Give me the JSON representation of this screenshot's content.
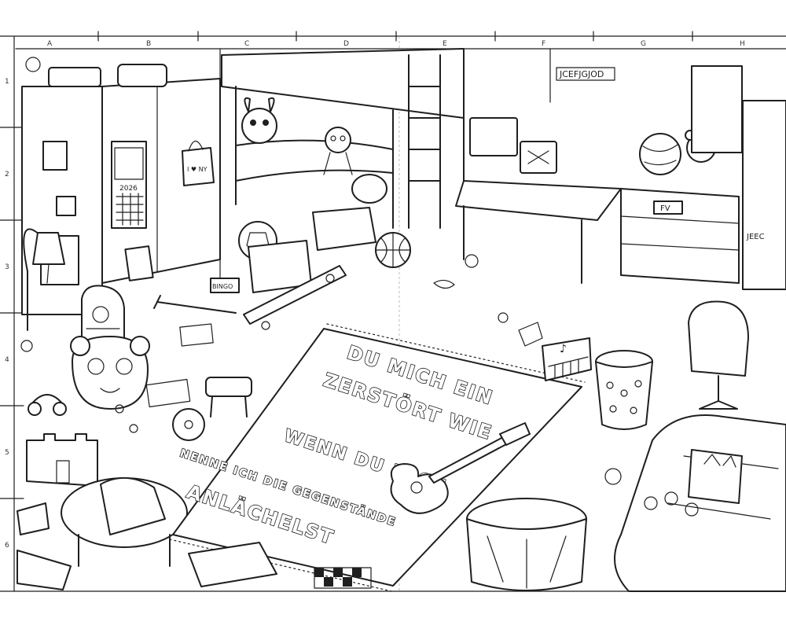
{
  "grid": {
    "columns": [
      "A",
      "B",
      "C",
      "D",
      "E",
      "F",
      "G",
      "H"
    ],
    "rows": [
      "1",
      "2",
      "3",
      "4",
      "5",
      "6"
    ]
  },
  "labels": {
    "calendar_year": "2026",
    "bag_text": "I ♥ NY",
    "box_label": "BINGO",
    "banner_text": "JCEFJGJOD",
    "drawer_label": "FV",
    "cabinet_label": "JEEC"
  },
  "rug": {
    "lines": [
      "DU MICH EIN",
      "ZERSTÖRT WIE",
      "NENNE ICH DIE GEGENSTÄNDE",
      "WENN DU MICH",
      "ANLÄCHELST"
    ]
  },
  "colors": {
    "ink": "#1f1f1f",
    "paper": "#ffffff"
  }
}
